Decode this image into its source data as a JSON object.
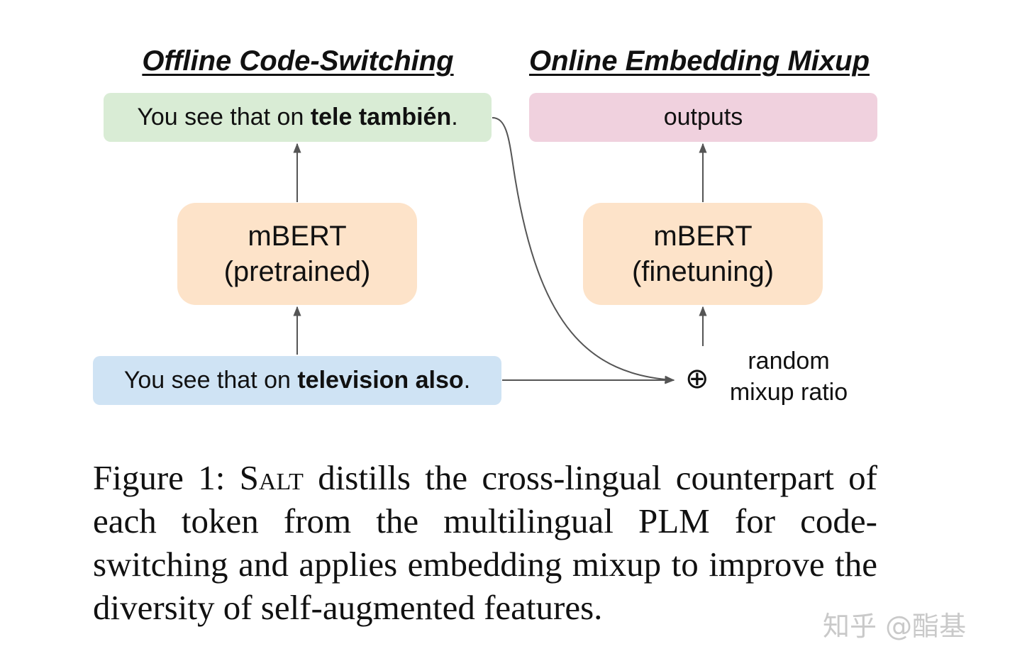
{
  "headings": {
    "left": "Offline Code-Switching",
    "right": "Online Embedding Mixup"
  },
  "codeswitched": {
    "prefix": "You see that on ",
    "bold": "tele también",
    "suffix": "."
  },
  "outputs": "outputs",
  "mbert_pretrained": {
    "line1": "mBERT",
    "line2": "(pretrained)"
  },
  "mbert_finetuning": {
    "line1": "mBERT",
    "line2": "(finetuning)"
  },
  "source": {
    "prefix": "You see that on ",
    "bold": "television also",
    "suffix": "."
  },
  "mix_symbol": "⊕",
  "mix_label": {
    "line1": "random",
    "line2": "mixup ratio"
  },
  "caption": {
    "prefix": "Figure 1: ",
    "salt": "Salt",
    "rest": " distills the cross-lingual counterpart of each token from the multilingual PLM for code-switching and applies embedding mixup to improve the diversity of self-augmented features."
  },
  "watermark": "知乎 @酯基",
  "colors": {
    "codeswitched_box": "#d9ecd5",
    "outputs_box": "#f0d1de",
    "model_box": "#fde3c9",
    "source_box": "#cfe3f4",
    "arrow": "#555555"
  }
}
